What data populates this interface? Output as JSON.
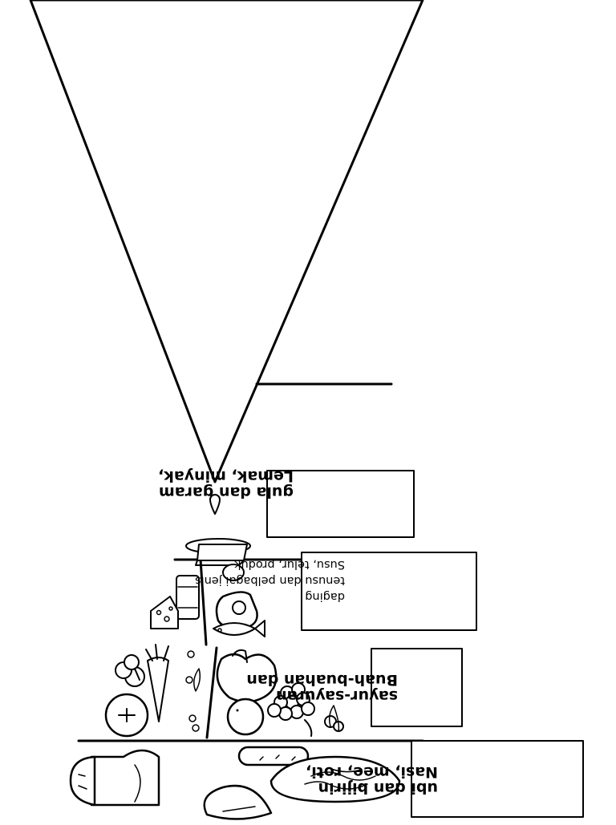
{
  "pyramid": {
    "labels": [
      {
        "lines": [
          "Lemak, minyak,",
          "gula dan garam"
        ],
        "style": "bold"
      },
      {
        "lines": [
          "Susu, telur, produk",
          "tenusu dan pelbagai jenis",
          "daging"
        ],
        "style": "normal"
      },
      {
        "lines": [
          "Buah-buahan dan",
          "sayur-sayuran"
        ],
        "style": "bold"
      },
      {
        "lines": [
          "Nasi, mee, roti,",
          "ubi dan bijirin"
        ],
        "style": "bold"
      }
    ],
    "tiers": [
      {
        "foods": [
          "oil-drop",
          "butter-dish"
        ]
      },
      {
        "foods": [
          "milk-glass",
          "cheese",
          "egg",
          "meat-steak",
          "fish"
        ]
      },
      {
        "foods": [
          "broccoli",
          "carrot",
          "tomato",
          "peas",
          "apple",
          "orange",
          "grapes",
          "cherries"
        ]
      },
      {
        "foods": [
          "bread-loaf",
          "sausage-roll",
          "noodles",
          "sweet-potato"
        ]
      }
    ]
  }
}
